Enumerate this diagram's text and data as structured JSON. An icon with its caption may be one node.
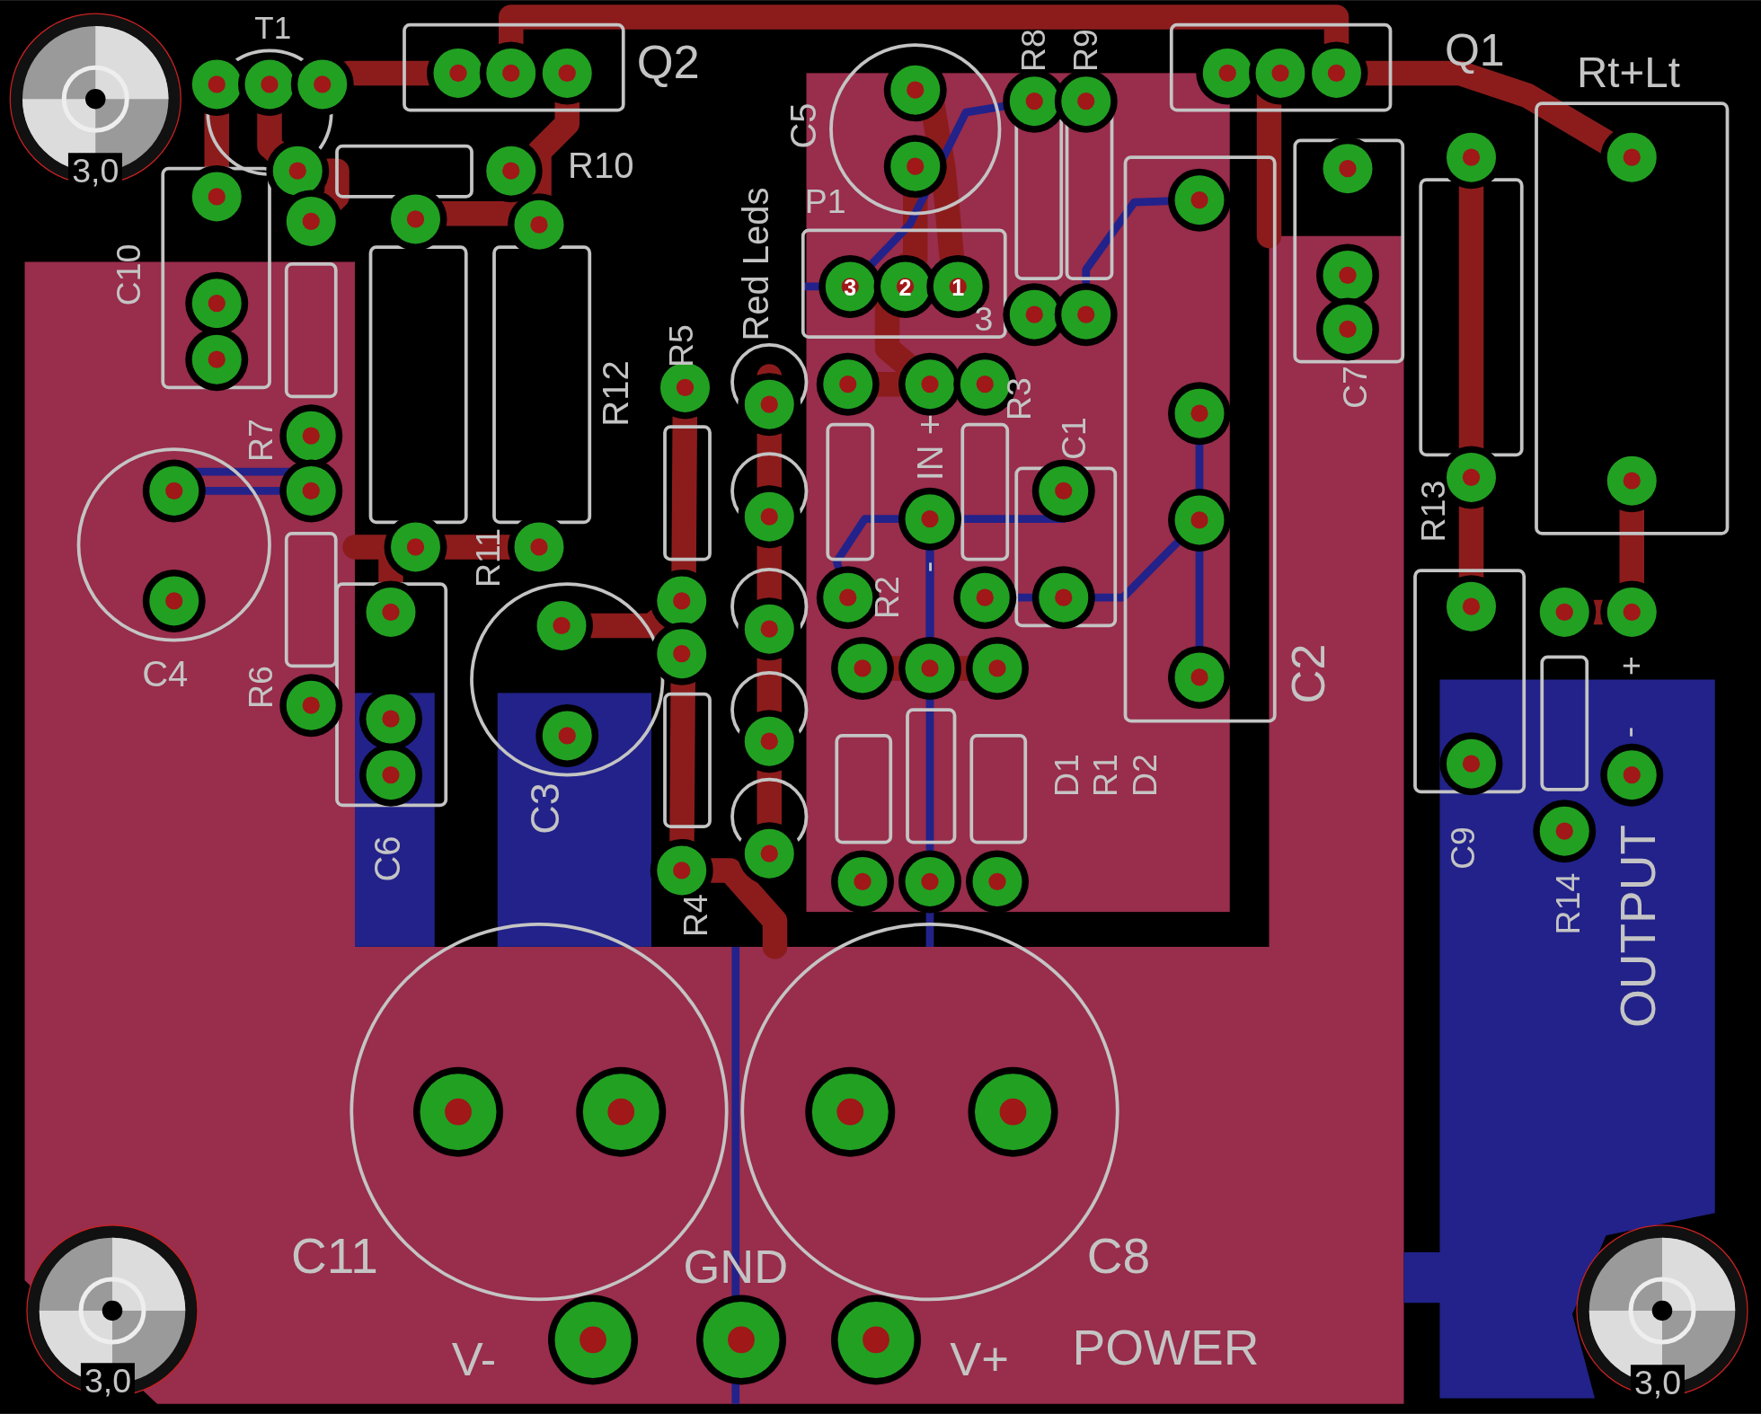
{
  "diagram": {
    "labels": [
      "T1",
      "Q2",
      "Q1",
      "Rt+Lt",
      "R8",
      "R9",
      "C5",
      "R10",
      "3,0",
      "P1",
      "3",
      "2",
      "1",
      "3",
      "C10",
      "Red Leds",
      "R12",
      "R5",
      "R3",
      "IN +",
      "C1",
      "R7",
      "C7",
      "R13",
      "R11",
      "-",
      "R2",
      "+",
      "C4",
      "C2",
      "R6",
      "-",
      "C3",
      "D1",
      "R1",
      "D2",
      "C9",
      "C6",
      "R14",
      "R4",
      "OUTPUT",
      "C11",
      "GND",
      "C8",
      "POWER",
      "V-",
      "V+",
      "3,0",
      "3,0"
    ]
  }
}
